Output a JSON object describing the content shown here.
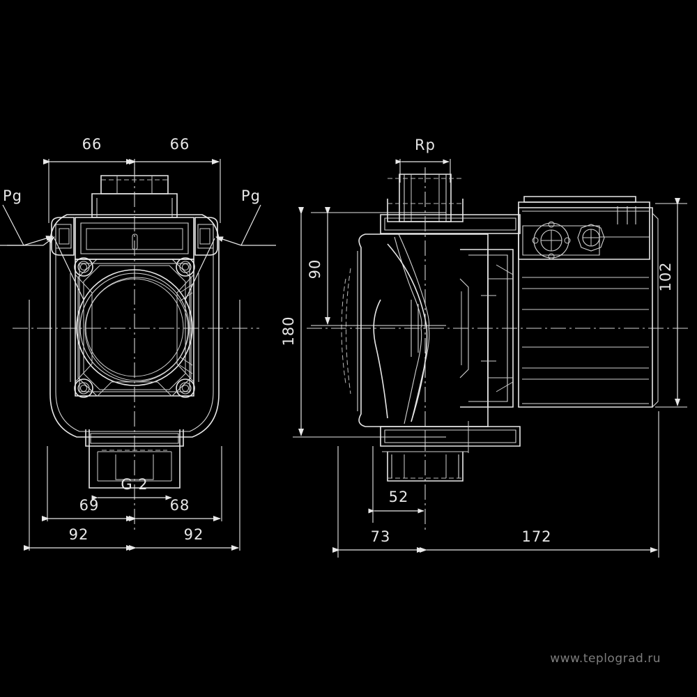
{
  "drawing": {
    "title": "Pump dimensional drawing",
    "background_color": "#000000",
    "line_color": "#e8e8e8",
    "views": [
      {
        "name": "front-view",
        "label": ""
      },
      {
        "name": "side-view",
        "label": ""
      }
    ]
  },
  "dimensions": {
    "front": {
      "top_left": "66",
      "top_right": "66",
      "port_left": "69",
      "port_right": "68",
      "overall_left": "92",
      "overall_right": "92",
      "thread": "G 2"
    },
    "side": {
      "top_port": "Rp",
      "height_upper": "90",
      "height_total": "180",
      "motor_height": "102",
      "port_offset": "52",
      "body_depth": "73",
      "motor_depth": "172"
    }
  },
  "callouts": {
    "left": "Pg",
    "right": "Pg"
  },
  "watermark": {
    "text": "www.teplograd.ru",
    "color": "#7d7d7d"
  }
}
